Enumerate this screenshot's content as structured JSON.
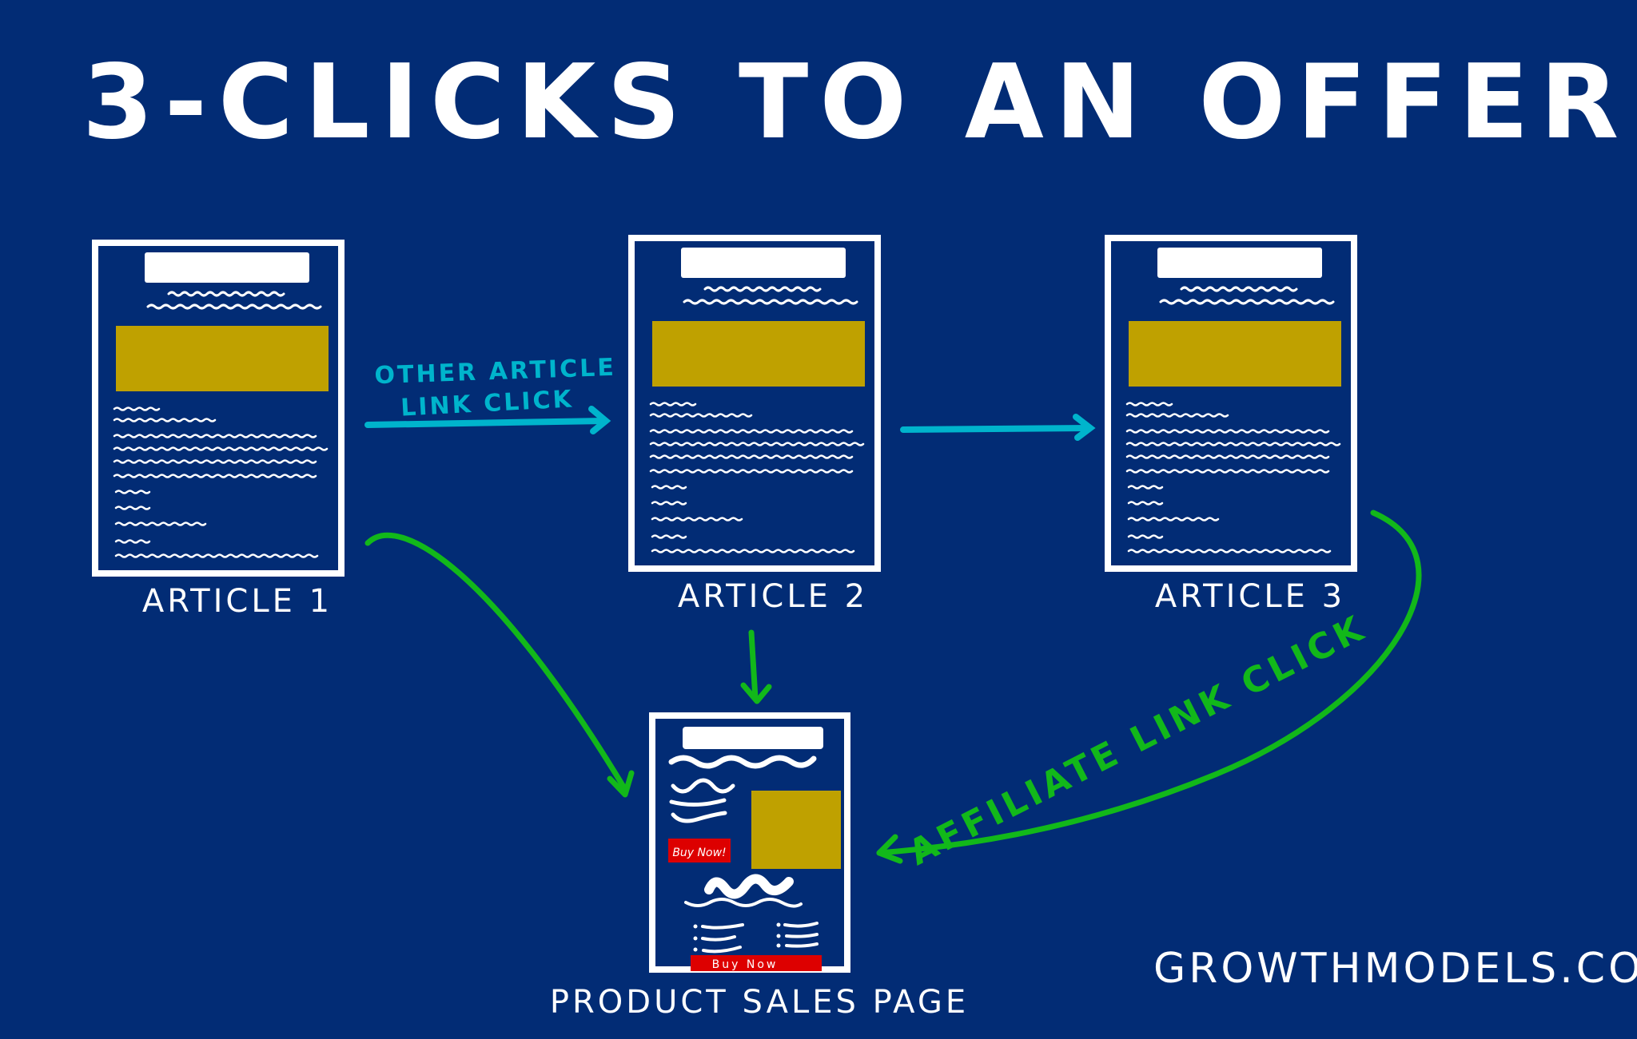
{
  "title": "3-clicks to an offer",
  "articles": [
    {
      "label": "Article 1"
    },
    {
      "label": "Article 2"
    },
    {
      "label": "Article 3"
    }
  ],
  "product": {
    "label": "Product sales page",
    "buy_now_top": "Buy Now!",
    "buy_now_bottom": "Buy Now"
  },
  "arrows": {
    "other_article_line1": "Other article",
    "other_article_line2": "link click",
    "affiliate": "Affiliate link click"
  },
  "brand": "Growthmodels.co",
  "colors": {
    "background": "#022c75",
    "image_block": "#bfa100",
    "internal_link": "#00b4cc",
    "affiliate_link": "#12b81a",
    "buy_button": "#dd0000"
  }
}
